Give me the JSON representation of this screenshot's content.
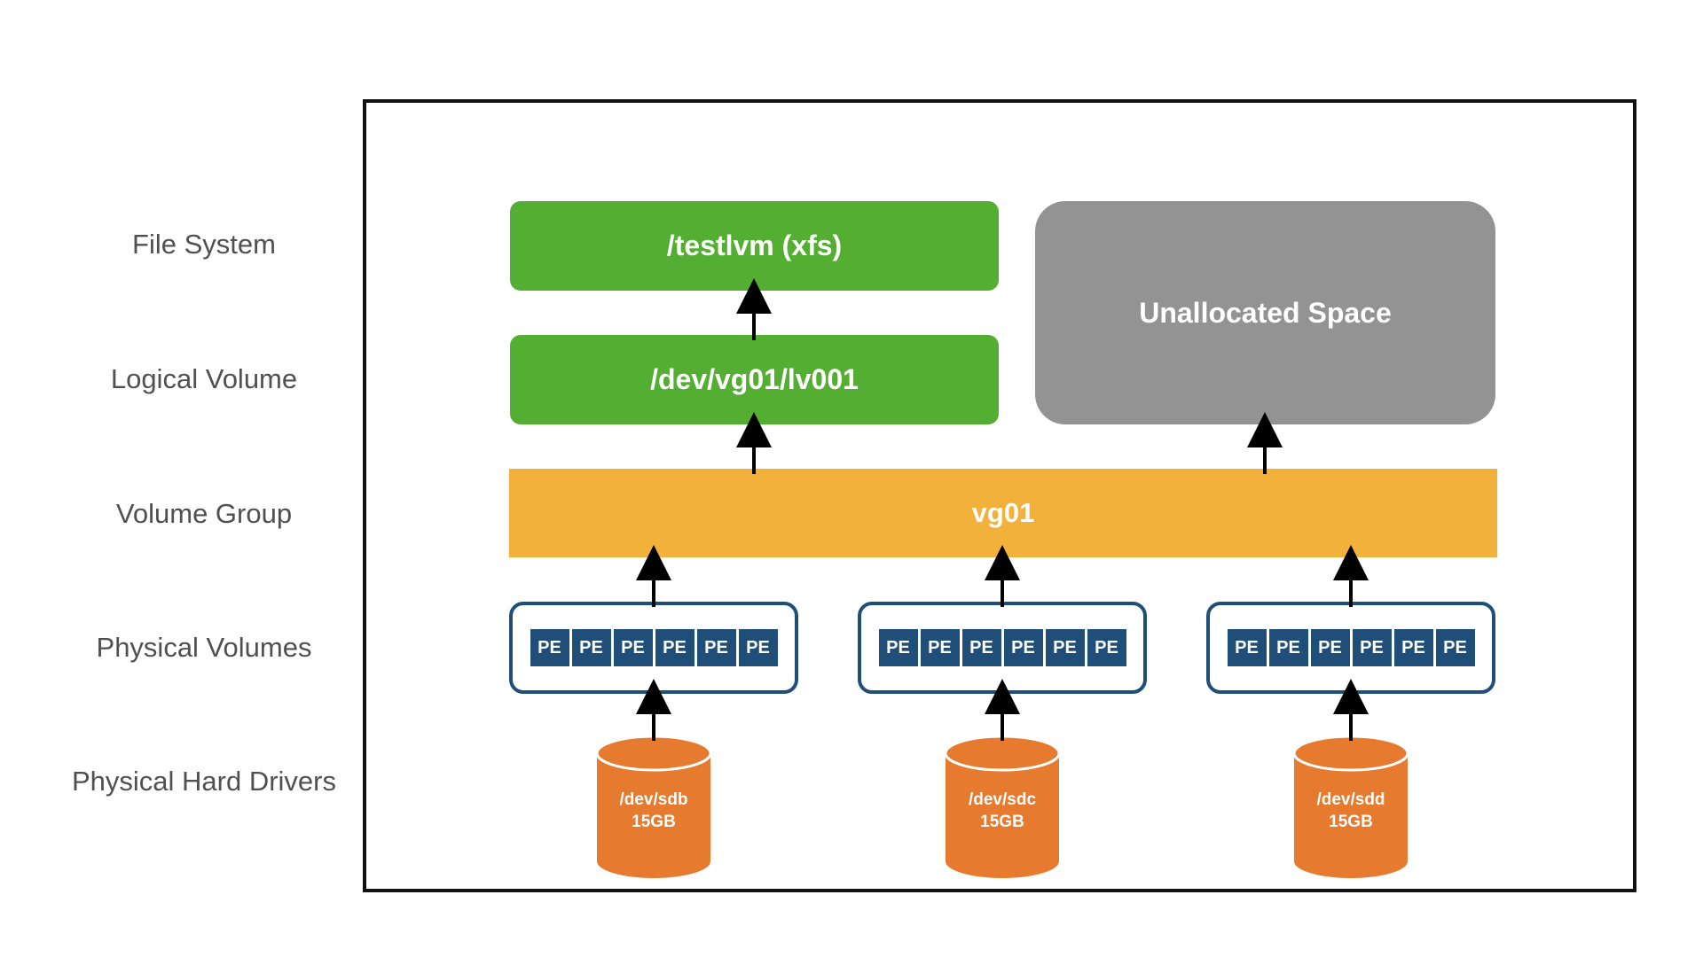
{
  "layers": {
    "file_system": "File System",
    "logical_volume": "Logical Volume",
    "volume_group": "Volume Group",
    "physical_volumes": "Physical Volumes",
    "physical_hard_drives": "Physical Hard Drivers"
  },
  "file_system": {
    "label": "/testlvm (xfs)"
  },
  "logical_volume": {
    "label": "/dev/vg01/lv001"
  },
  "unallocated": {
    "label": "Unallocated Space"
  },
  "volume_group": {
    "label": "vg01"
  },
  "physical_volumes": [
    {
      "extents": [
        "PE",
        "PE",
        "PE",
        "PE",
        "PE",
        "PE"
      ]
    },
    {
      "extents": [
        "PE",
        "PE",
        "PE",
        "PE",
        "PE",
        "PE"
      ]
    },
    {
      "extents": [
        "PE",
        "PE",
        "PE",
        "PE",
        "PE",
        "PE"
      ]
    }
  ],
  "disks": [
    {
      "device": "/dev/sdb",
      "size": "15GB"
    },
    {
      "device": "/dev/sdc",
      "size": "15GB"
    },
    {
      "device": "/dev/sdd",
      "size": "15GB"
    }
  ],
  "colors": {
    "green": "#53ae32",
    "gray": "#939393",
    "orange_vg": "#f2b13b",
    "pe_blue": "#1f4e79",
    "disk_orange": "#e67a2e"
  }
}
